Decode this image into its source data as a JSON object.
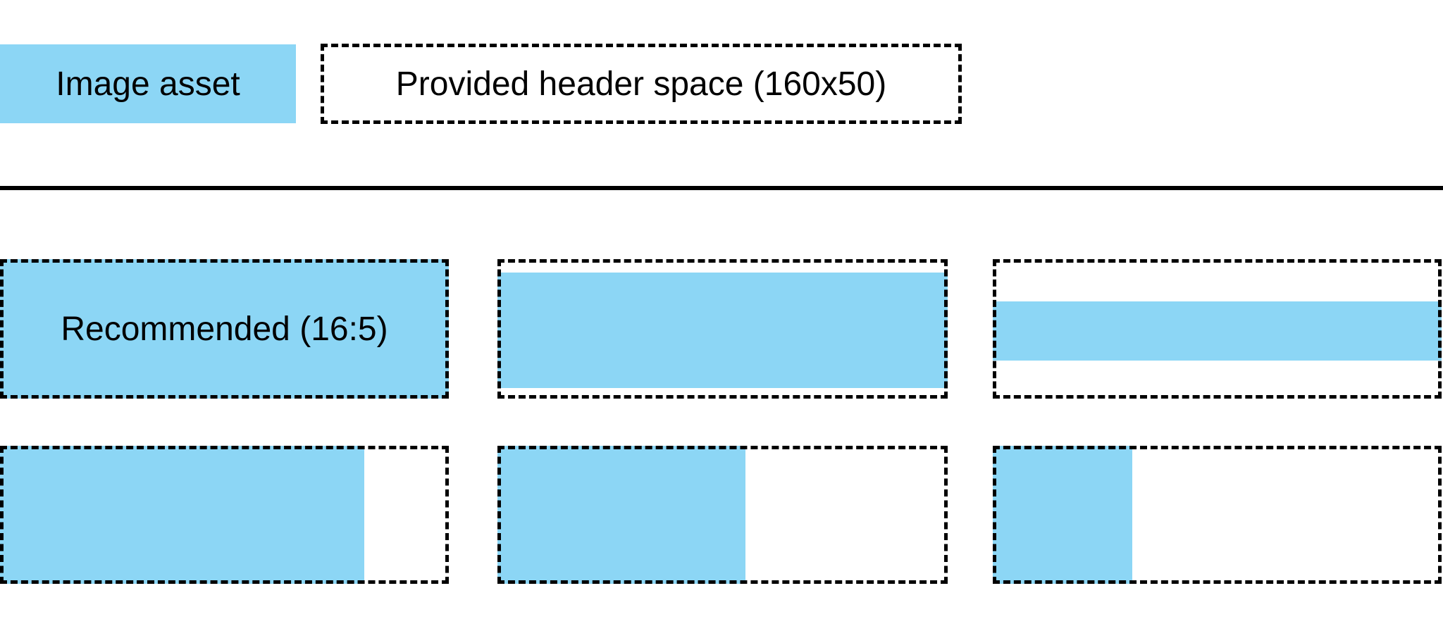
{
  "legend": {
    "image_asset_label": "Image asset",
    "header_space_label": "Provided header space (160x50)"
  },
  "grid": {
    "recommended_label": "Recommended (16:5)"
  },
  "colors": {
    "asset_blue": "#8CD6F5",
    "line_black": "#000000",
    "page_bg": "#FFFFFF"
  }
}
